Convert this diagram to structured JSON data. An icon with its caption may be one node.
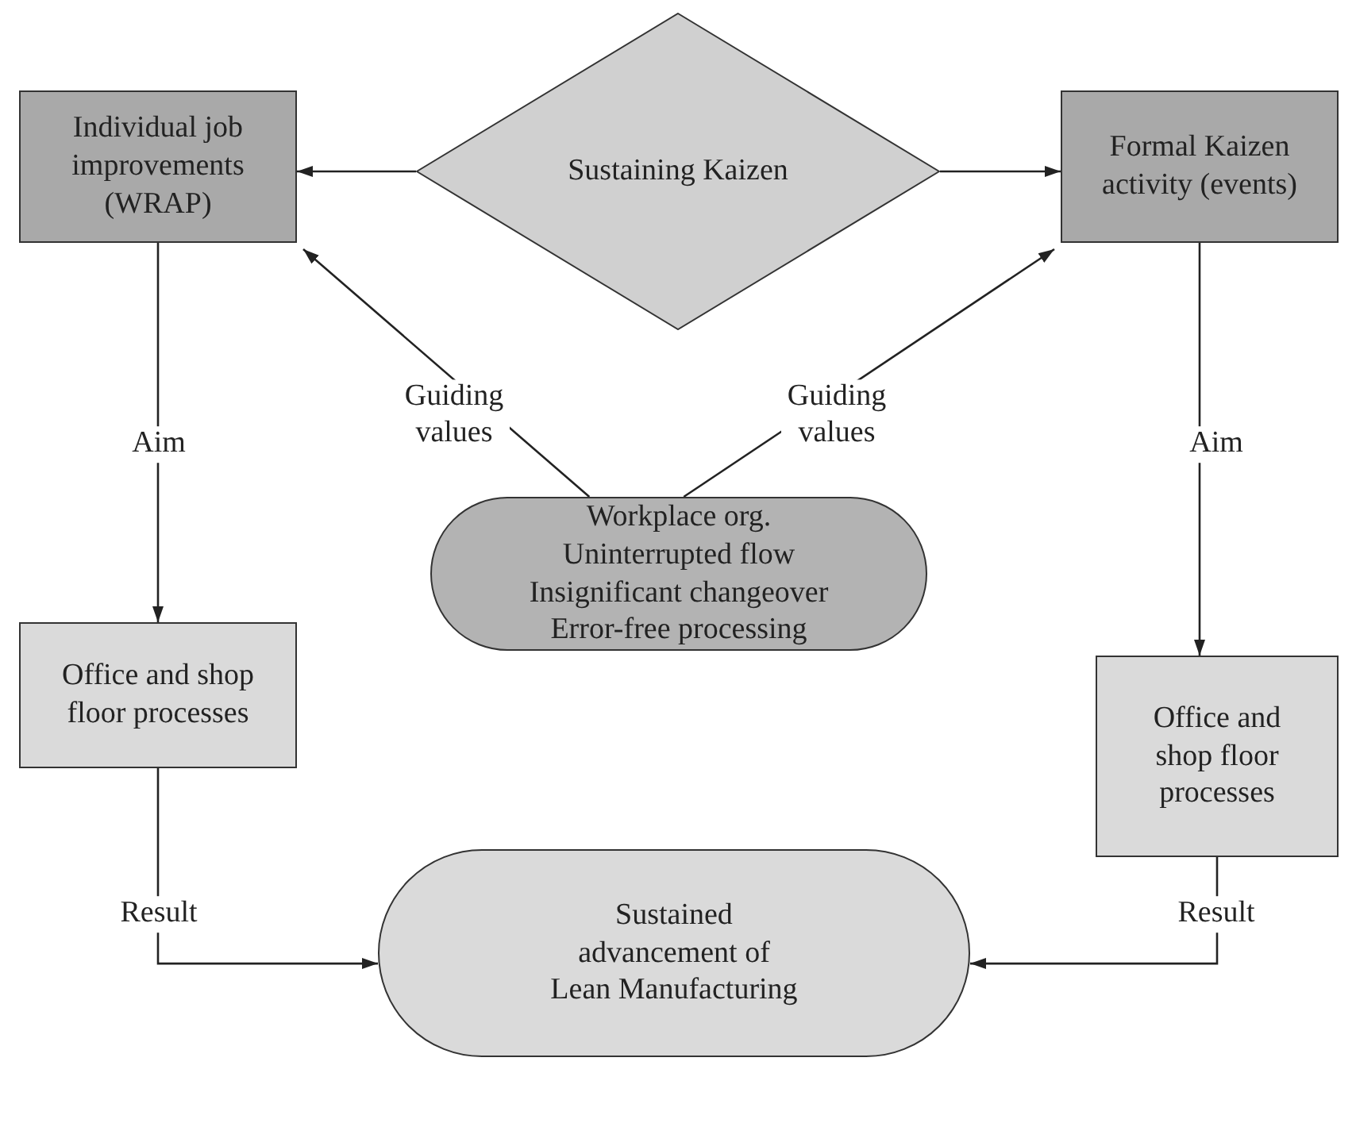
{
  "diagram": {
    "nodes": [
      {
        "text": [
          "Sustaining Kaizen"
        ]
      },
      {
        "text": [
          "Individual job improvements (WRAP)"
        ]
      },
      {
        "text": [
          "Formal Kaizen activity (events)"
        ]
      },
      {
        "text": [
          "Workplace org.",
          "Uninterrupted flow",
          "Insignificant changeover",
          "Error-free processing"
        ]
      },
      {
        "text": [
          "Office and shop floor processes"
        ]
      },
      {
        "text": [
          "Office and shop floor processes"
        ]
      },
      {
        "text": [
          "Sustained advancement of Lean Manufacturing"
        ]
      }
    ],
    "edges": [
      {
        "from": 0,
        "to": 1,
        "arrow": "to"
      },
      {
        "from": 0,
        "to": 2,
        "arrow": "to"
      },
      {
        "from": 3,
        "to": 1,
        "arrow": "to",
        "label": "Guiding values"
      },
      {
        "from": 3,
        "to": 2,
        "arrow": "to",
        "label": "Guiding values"
      },
      {
        "from": 1,
        "to": 4,
        "arrow": "to",
        "label": "Aim"
      },
      {
        "from": 2,
        "to": 5,
        "arrow": "to",
        "label": "Aim"
      },
      {
        "from": 4,
        "to": 6,
        "arrow": "to",
        "label": "Result"
      },
      {
        "from": 5,
        "to": 6,
        "arrow": "to",
        "label": "Result"
      }
    ]
  }
}
